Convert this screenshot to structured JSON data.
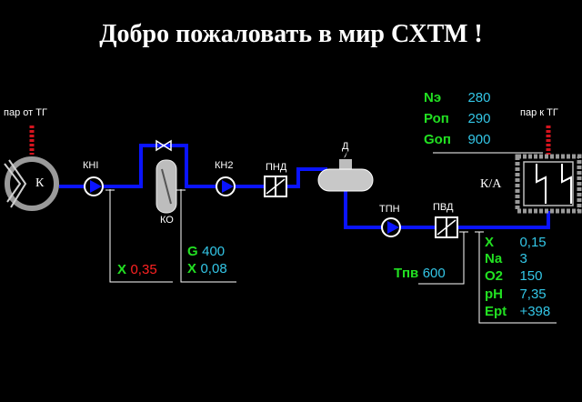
{
  "title": "Добро пожаловать в мир СХТМ !",
  "labels": {
    "steam_from": "пар от ТГ",
    "steam_to": "пар к ТГ",
    "condenser": "К",
    "kn1": "КНI",
    "ko": "КО",
    "kn2": "КН2",
    "pnd": "ПНД",
    "deaerator": "Д",
    "tpn": "ТПН",
    "pvd": "ПВД",
    "ka": "К/А"
  },
  "condensate_x": {
    "name": "X",
    "value": "0,35"
  },
  "ko_params": [
    {
      "name": "G",
      "value": "400"
    },
    {
      "name": "X",
      "value": "0,08"
    }
  ],
  "top_params": [
    {
      "name": "Nэ",
      "value": "280"
    },
    {
      "name": "Роп",
      "value": "290"
    },
    {
      "name": "Gоп",
      "value": "900"
    }
  ],
  "feedwater_temp": {
    "name": "Тпв",
    "value": "600"
  },
  "feedwater_params": [
    {
      "name": "X",
      "value": "0,15"
    },
    {
      "name": "Na",
      "value": "3"
    },
    {
      "name": "O2",
      "value": "150"
    },
    {
      "name": "pH",
      "value": "7,35"
    },
    {
      "name": "Ept",
      "value": "+398"
    }
  ],
  "colors": {
    "pipe": "#0a14ff",
    "steam": "#d4141e",
    "green": "#22e022",
    "cyan": "#33c6e6",
    "red": "#ff2222"
  }
}
